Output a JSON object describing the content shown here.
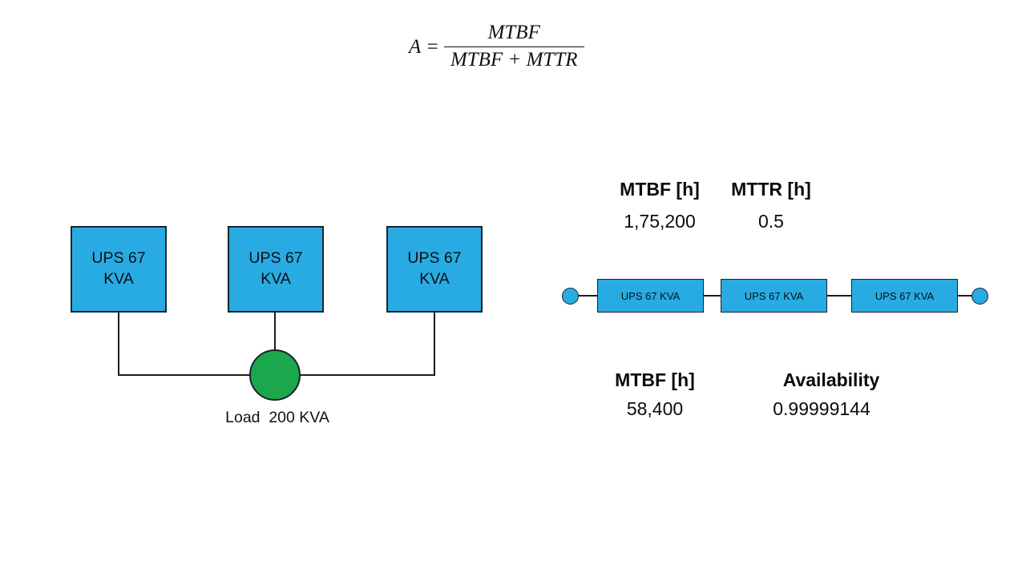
{
  "formula": {
    "lhs": "A =",
    "numerator": "MTBF",
    "denominator": "MTBF + MTTR"
  },
  "left_diagram": {
    "units": [
      {
        "label": "UPS 67\nKVA"
      },
      {
        "label": "UPS 67\nKVA"
      },
      {
        "label": "UPS 67\nKVA"
      }
    ],
    "load_label": "Load  200 KVA",
    "node_color": "#1BA84C",
    "box_color": "#28ABE3"
  },
  "rbd_diagram": {
    "blocks": [
      {
        "label": "UPS 67 KVA"
      },
      {
        "label": "UPS 67 KVA"
      },
      {
        "label": "UPS 67 KVA"
      }
    ],
    "node_color": "#28ABE3",
    "box_color": "#28ABE3"
  },
  "stats_input": {
    "mtbf_header": "MTBF [h]",
    "mtbf_value": "1,75,200",
    "mttr_header": "MTTR [h]",
    "mttr_value": "0.5"
  },
  "stats_output": {
    "mtbf_header": "MTBF [h]",
    "mtbf_value": "58,400",
    "availability_header": "Availability",
    "availability_value": "0.99999144"
  }
}
